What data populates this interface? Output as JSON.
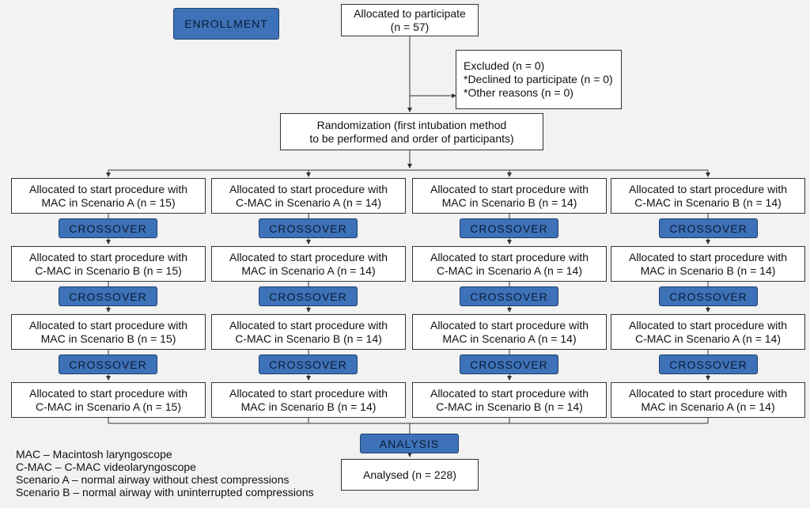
{
  "enrollment_label": "ENROLLMENT",
  "allocated": {
    "line1": "Allocated to participate",
    "line2": "(n = 57)"
  },
  "excluded": {
    "line1": "Excluded (n = 0)",
    "line2": "*Declined to participate (n = 0)",
    "line3": "*Other reasons (n = 0)"
  },
  "randomization": {
    "line1": "Randomization (first intubation method",
    "line2": "to be performed and order of participants)"
  },
  "crossover_label": "CROSSOVER",
  "columns": [
    {
      "boxes": [
        {
          "line1": "Allocated to start procedure with",
          "line2": "MAC in Scenario A (n = 15)"
        },
        {
          "line1": "Allocated to start procedure with",
          "line2": "C-MAC in Scenario B (n = 15)"
        },
        {
          "line1": "Allocated to start procedure with",
          "line2": "MAC in Scenario B (n = 15)"
        },
        {
          "line1": "Allocated to start procedure with",
          "line2": "C-MAC in Scenario A (n = 15)"
        }
      ]
    },
    {
      "boxes": [
        {
          "line1": "Allocated to start procedure with",
          "line2": "C-MAC in Scenario A (n = 14)"
        },
        {
          "line1": "Allocated to start procedure with",
          "line2": "MAC in Scenario A (n = 14)"
        },
        {
          "line1": "Allocated to start procedure with",
          "line2": "C-MAC in Scenario B (n = 14)"
        },
        {
          "line1": "Allocated to start procedure with",
          "line2": "MAC in Scenario B (n = 14)"
        }
      ]
    },
    {
      "boxes": [
        {
          "line1": "Allocated to start procedure with",
          "line2": "MAC in Scenario B (n = 14)"
        },
        {
          "line1": "Allocated to start procedure with",
          "line2": "C-MAC in Scenario A (n = 14)"
        },
        {
          "line1": "Allocated to start procedure with",
          "line2": "MAC in Scenario A (n = 14)"
        },
        {
          "line1": "Allocated to start procedure with",
          "line2": "C-MAC in Scenario B (n = 14)"
        }
      ]
    },
    {
      "boxes": [
        {
          "line1": "Allocated to start procedure with",
          "line2": "C-MAC in Scenario B (n = 14)"
        },
        {
          "line1": "Allocated to start procedure with",
          "line2": "MAC in Scenario B (n = 14)"
        },
        {
          "line1": "Allocated to start procedure with",
          "line2": "C-MAC in Scenario A (n = 14)"
        },
        {
          "line1": "Allocated to start procedure with",
          "line2": "MAC in Scenario A (n = 14)"
        }
      ]
    }
  ],
  "analysis_label": "ANALYSIS",
  "analysed": "Analysed (n = 228)",
  "legend": [
    "MAC – Macintosh laryngoscope",
    "C-MAC – C-MAC videolaryngoscope",
    "Scenario A – normal airway without chest compressions",
    "Scenario B – normal airway with uninterrupted compressions"
  ],
  "colors": {
    "label_fill": "#3d72b8",
    "background": "#f2f2f2",
    "box_fill": "#ffffff",
    "line": "#333333"
  }
}
